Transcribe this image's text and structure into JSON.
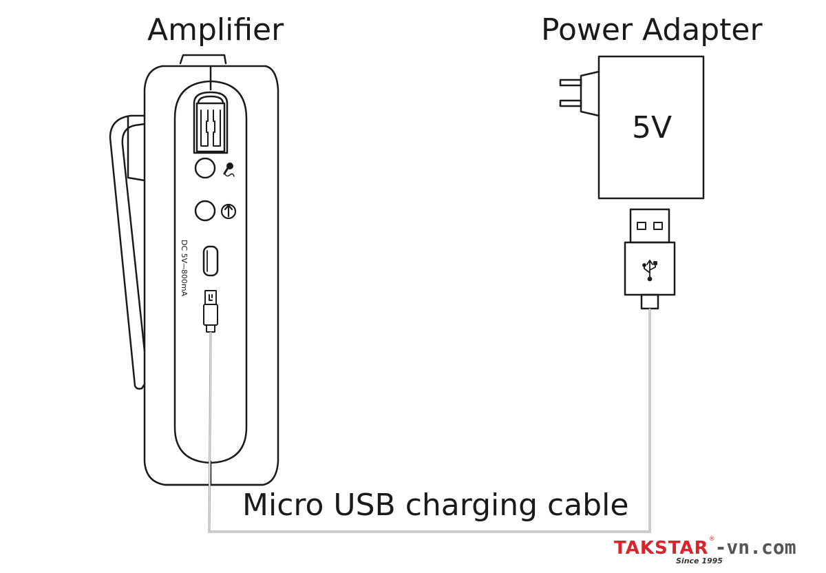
{
  "labels": {
    "amplifier": "Amplifier",
    "power_adapter": "Power Adapter",
    "voltage": "5V",
    "cable": "Micro USB charging cable",
    "spec": "DC 5V⎓800mA"
  },
  "brand": {
    "name": "TAKSTAR",
    "registered": "®",
    "suffix": "-vn.com",
    "since": "Since 1995"
  },
  "icons": [
    "microphone-icon",
    "power-icon",
    "usb-symbol-icon"
  ],
  "colors": {
    "line": "#1a1a1a",
    "cable": "#999999",
    "brand_red": "#d9232d",
    "brand_gray": "#555555"
  }
}
